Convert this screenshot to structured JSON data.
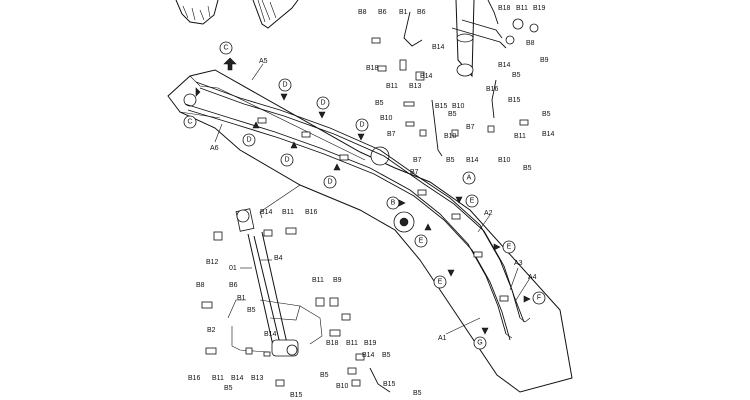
{
  "diagram": {
    "callouts": {
      "A": "A",
      "B": "B",
      "C": "C",
      "D": "D",
      "E": "E",
      "F": "F",
      "G": "G"
    },
    "labels": {
      "A1": "A1",
      "A2": "A2",
      "A3": "A3",
      "A4": "A4",
      "A5": "A5",
      "A6": "A6",
      "B1": "B1",
      "B2": "B2",
      "B4": "B4",
      "B5": "B5",
      "B6": "B6",
      "B7": "B7",
      "B8": "B8",
      "B9": "B9",
      "B10": "B10",
      "B11": "B11",
      "B12": "B12",
      "B13": "B13",
      "B14": "B14",
      "B15": "B15",
      "B16": "B16",
      "B18": "B18",
      "B19": "B19",
      "O1": "01"
    }
  }
}
